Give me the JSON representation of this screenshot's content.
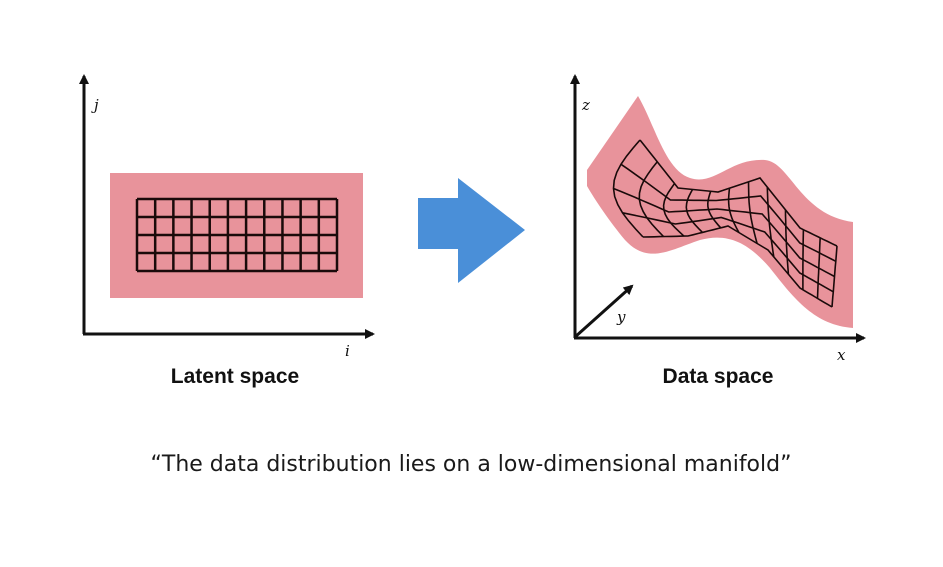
{
  "colors": {
    "band": "#e8939b",
    "arrow": "#4a8fd8",
    "ink": "#111111"
  },
  "latent": {
    "title": "Latent space",
    "x_label": "i",
    "y_label": "j",
    "grid_cols": 11,
    "grid_rows": 4
  },
  "data": {
    "title": "Data space",
    "x_label": "x",
    "y_label": "y",
    "z_label": "z",
    "grid_cols": 11,
    "grid_rows": 4
  },
  "caption": "“The data distribution lies on a low-dimensional manifold”"
}
